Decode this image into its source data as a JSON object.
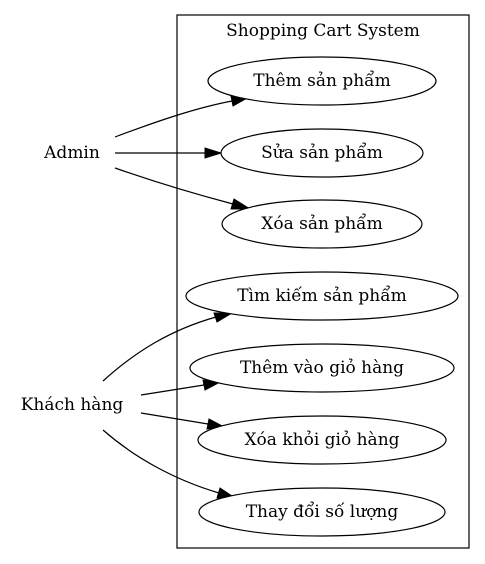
{
  "system": {
    "title": "Shopping Cart System"
  },
  "actors": {
    "admin": {
      "label": "Admin"
    },
    "customer": {
      "label": "Khách hàng"
    }
  },
  "use_cases": {
    "add_product": {
      "label": "Thêm sản phẩm"
    },
    "edit_product": {
      "label": "Sửa sản phẩm"
    },
    "delete_product": {
      "label": "Xóa sản phẩm"
    },
    "search_product": {
      "label": "Tìm kiếm sản phẩm"
    },
    "add_to_cart": {
      "label": "Thêm vào giỏ hàng"
    },
    "remove_from_cart": {
      "label": "Xóa khỏi giỏ hàng"
    },
    "change_quantity": {
      "label": "Thay đổi số lượng"
    }
  },
  "associations": [
    {
      "from": "admin",
      "to": "add_product"
    },
    {
      "from": "admin",
      "to": "edit_product"
    },
    {
      "from": "admin",
      "to": "delete_product"
    },
    {
      "from": "customer",
      "to": "search_product"
    },
    {
      "from": "customer",
      "to": "add_to_cart"
    },
    {
      "from": "customer",
      "to": "remove_from_cart"
    },
    {
      "from": "customer",
      "to": "change_quantity"
    }
  ]
}
